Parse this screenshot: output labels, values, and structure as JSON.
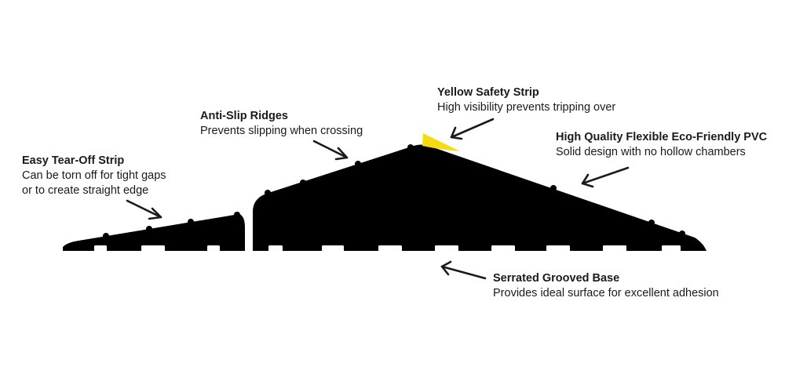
{
  "colors": {
    "profile": "#000000",
    "safety_strip": "#f5dc12",
    "arrow": "#1a1a1a",
    "text": "#1a1a1a"
  },
  "callouts": {
    "tear_off": {
      "title": "Easy Tear-Off Strip",
      "line1": "Can be torn off for tight gaps",
      "line2": "or to create straight edge"
    },
    "anti_slip": {
      "title": "Anti-Slip Ridges",
      "line1": "Prevents slipping when crossing"
    },
    "yellow_strip": {
      "title": "Yellow Safety Strip",
      "line1": "High visibility prevents tripping over"
    },
    "pvc": {
      "title": "High Quality Flexible Eco-Friendly PVC",
      "line1": "Solid design with no hollow chambers"
    },
    "base": {
      "title": "Serrated Grooved Base",
      "line1": "Provides ideal surface for excellent adhesion"
    }
  }
}
